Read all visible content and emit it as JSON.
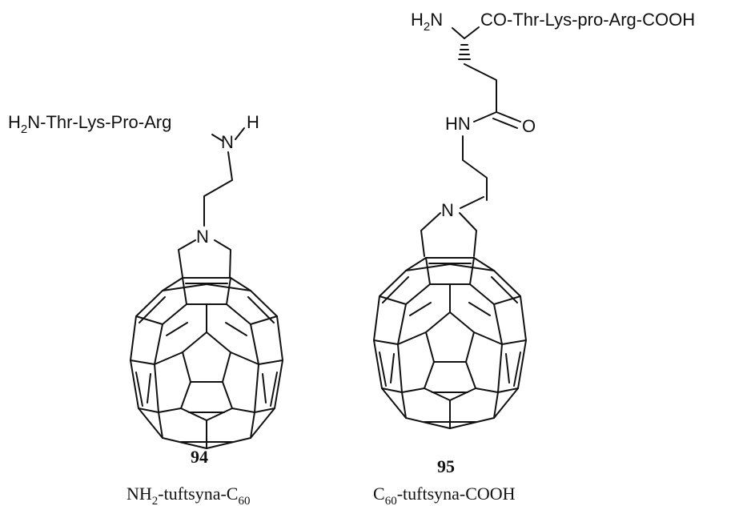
{
  "compound_94": {
    "number": "94",
    "chain_prefix": "H",
    "chain_prefix_sub": "2",
    "chain_text": "N-Thr-Lys-Pro-Arg",
    "amine_N": "N",
    "amine_H": "H",
    "pyrrolidine_N": "N",
    "caption_a": "NH",
    "caption_a_sub": "2",
    "caption_b": "-tuftsyna-C",
    "caption_b_sub": "60"
  },
  "compound_95": {
    "number": "95",
    "amino_H": "H",
    "amino_sub": "2",
    "amino_N": "N",
    "chain_text": "CO-Thr-Lys-pro-Arg-COOH",
    "amide_NH": "HN",
    "carbonyl_O": "O",
    "pyrrolidine_N": "N",
    "caption_a": "C",
    "caption_a_sub": "60",
    "caption_b": "-tuftsyna-COOH"
  }
}
